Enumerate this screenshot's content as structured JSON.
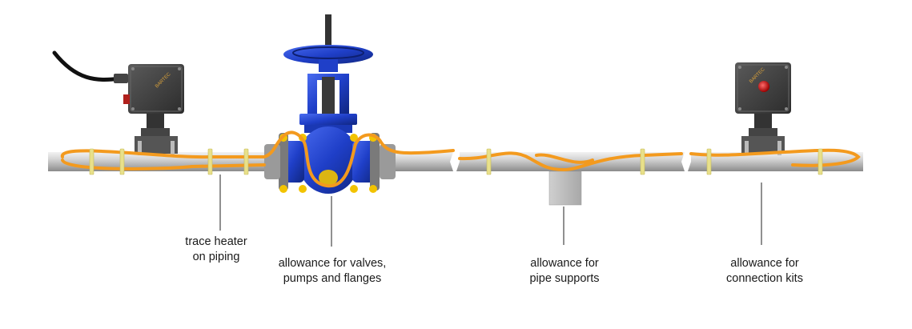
{
  "labels": {
    "trace_heater": {
      "line1": "trace heater",
      "line2": "on piping"
    },
    "valves": {
      "line1": "allowance for valves,",
      "line2": "pumps and flanges"
    },
    "pipe_supports": {
      "line1": "allowance for",
      "line2": "pipe supports"
    },
    "connection_kits": {
      "line1": "allowance for",
      "line2": "connection kits"
    }
  },
  "brand_text": "BARTEC",
  "colors": {
    "pipe": "#c9c9c9",
    "heater_cable": "#f39a1e",
    "clamp_band": "#e8e08a",
    "valve": "#1f3fc8",
    "flange_ring": "#f2c300",
    "junction_box": "#3d3d3d",
    "indicator_lamp": "#d01010"
  }
}
